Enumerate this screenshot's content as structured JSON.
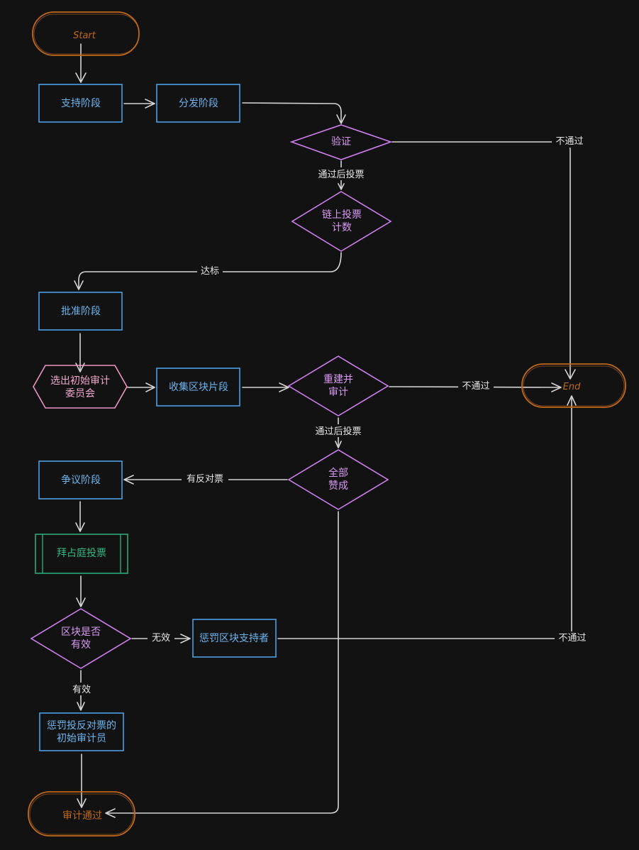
{
  "colors": {
    "background": "#121212",
    "edge": "#d4d4d4",
    "edge_label": "#e6e6e6",
    "terminal": "#c0681a",
    "process": "#4b9fe3",
    "decision": "#d07ff0",
    "hexagon": "#f094c2",
    "subprocess": "#2ea877"
  },
  "nodes": {
    "start": "Start",
    "support": "支持阶段",
    "distribute": "分发阶段",
    "verify": "验证",
    "onchain_count": [
      "链上投票",
      "计数"
    ],
    "approve": "批准阶段",
    "select_committee": [
      "选出初始审计",
      "委员会"
    ],
    "collect": "收集区块片段",
    "rebuild": [
      "重建并",
      "审计"
    ],
    "end": "End",
    "all_approve": [
      "全部",
      "赞成"
    ],
    "dispute": "争议阶段",
    "byzantine_vote": "拜占庭投票",
    "block_valid": [
      "区块是否",
      "有效"
    ],
    "punish_supporters": "惩罚区块支持者",
    "punish_auditors": [
      "惩罚投反对票的",
      "初始审计员"
    ],
    "audit_pass": "审计通过"
  },
  "edge_labels": {
    "verify_fail": "不通过",
    "vote_after_pass_1": "通过后投票",
    "reach_target": "达标",
    "rebuild_fail": "不通过",
    "vote_after_pass_2": "通过后投票",
    "has_objection": "有反对票",
    "invalid": "无效",
    "valid": "有效",
    "punish_fail": "不通过"
  }
}
